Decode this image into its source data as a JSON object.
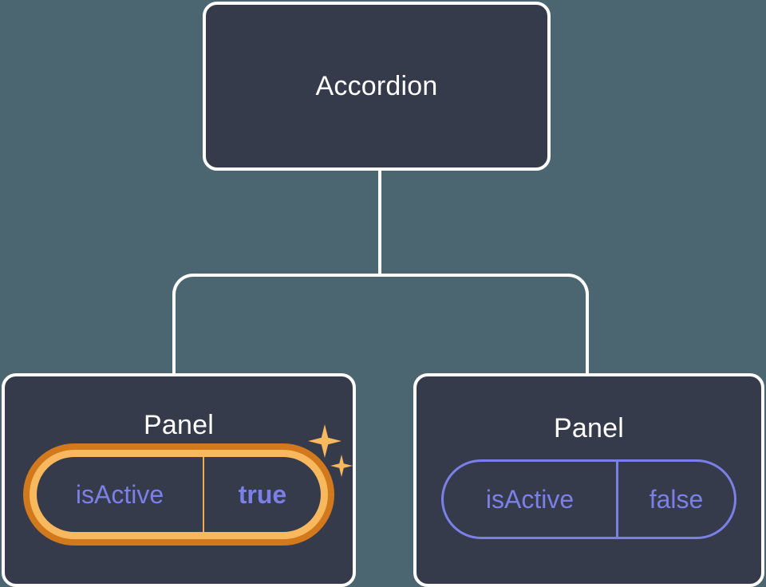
{
  "diagram": {
    "type": "component-tree",
    "background_color": "#4c6671",
    "node_fill_color": "#353b4a",
    "node_border_color": "#ffffff",
    "connector_color": "#ffffff",
    "prop_color": "#7b80e8",
    "highlight_outer_color": "#d1791c",
    "highlight_inner_color": "#f8b95e",
    "root": {
      "title": "Accordion"
    },
    "children": [
      {
        "title": "Panel",
        "highlighted": true,
        "prop": {
          "key": "isActive",
          "value": "true"
        },
        "sparkle_big": "sparkle-icon",
        "sparkle_small": "sparkle-icon"
      },
      {
        "title": "Panel",
        "highlighted": false,
        "prop": {
          "key": "isActive",
          "value": "false"
        }
      }
    ]
  }
}
